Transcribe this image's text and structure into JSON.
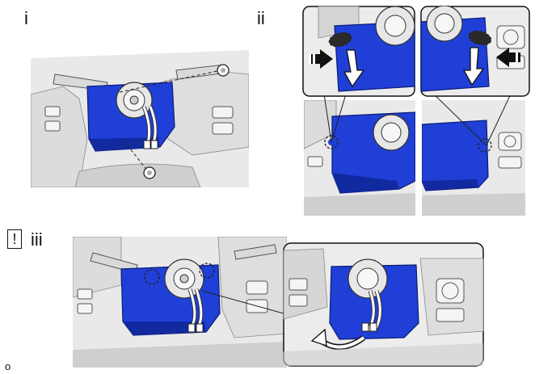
{
  "steps": [
    {
      "label": "i"
    },
    {
      "label": "ii"
    },
    {
      "label": "iii"
    }
  ],
  "caution_icon": {
    "glyph": "!",
    "name": "caution-icon"
  },
  "footer_code": "o",
  "colors": {
    "cover_blue": "#1f3fd6",
    "cover_blue_dark": "#122aa0",
    "dash_gray": "#e6e6e6",
    "line": "#222222",
    "arrow_black": "#111111"
  }
}
